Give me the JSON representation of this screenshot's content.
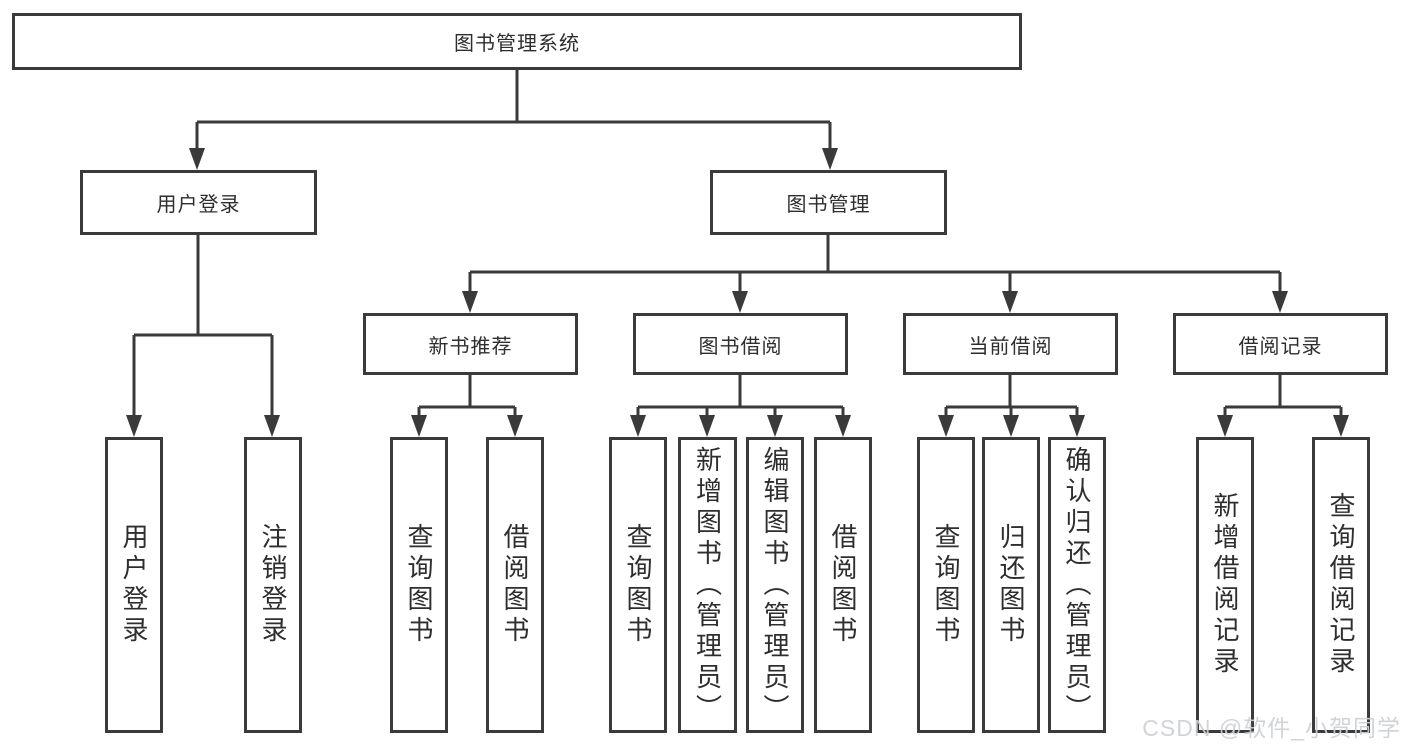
{
  "nodes": {
    "root": "图书管理系统",
    "level2": [
      "用户登录",
      "图书管理"
    ],
    "level3": [
      "新书推荐",
      "图书借阅",
      "当前借阅",
      "借阅记录"
    ],
    "leaves_user_login": [
      "用户登录",
      "注销登录"
    ],
    "leaves_new_book": [
      "查询图书",
      "借阅图书"
    ],
    "leaves_book_borrow": [
      "查询图书",
      "新增图书（管理员）",
      "编辑图书（管理员）",
      "借阅图书"
    ],
    "leaves_current_borrow": [
      "查询图书",
      "归还图书",
      "确认归还（管理员）"
    ],
    "leaves_borrow_records": [
      "新增借阅记录",
      "查询借阅记录"
    ]
  },
  "watermark": "CSDN @软件_小贺同学",
  "colors": {
    "ink": "#3a3a3a",
    "background": "#ffffff",
    "watermark": "#cdd0d5"
  }
}
